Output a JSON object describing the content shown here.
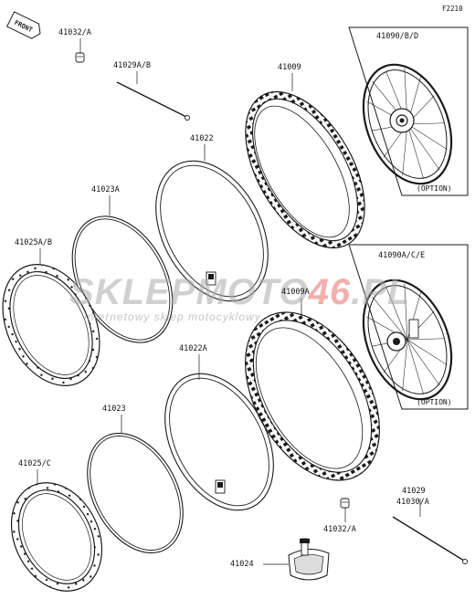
{
  "page_code": "F2210",
  "front_badge": "FRONT",
  "labels": {
    "p41032a_top": "41032/A",
    "p41029ab": "41029A/B",
    "p41009": "41009",
    "p41090bd": "41090/B/D",
    "p41022": "41022",
    "p41023a": "41023A",
    "p41025ab": "41025A/B",
    "p41009a": "41009A",
    "p41090ace": "41090A/C/E",
    "p41022a": "41022A",
    "p41023": "41023",
    "p41025c": "41025/C",
    "p41029": "41029",
    "p41030a": "41030/A",
    "p41032a_bottom": "41032/A",
    "p41024": "41024",
    "option_top": "(OPTION)",
    "option_bottom": "(OPTION)"
  },
  "watermark": {
    "part1": "SKLEPMOTO",
    "part2": "46",
    "part3": ".PL",
    "subtitle": "internetowy sklep motocyklowy"
  },
  "colors": {
    "line": "#1a1a1a",
    "watermark_grey": "#aaaaaa",
    "watermark_red": "#e87878"
  }
}
